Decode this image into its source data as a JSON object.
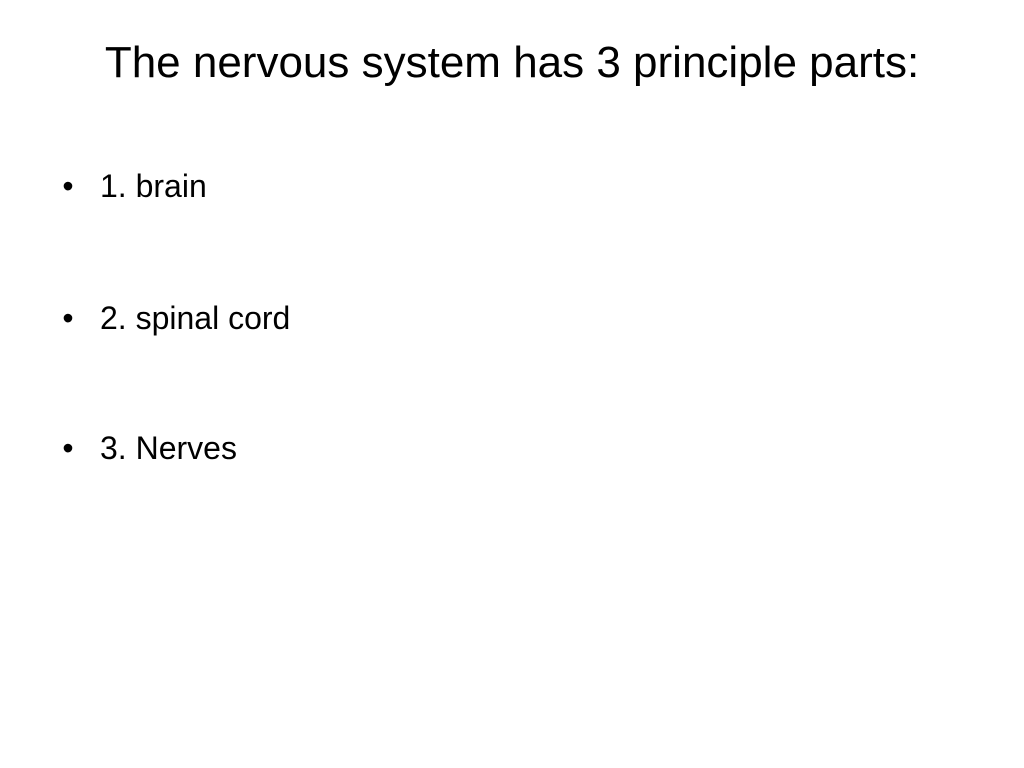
{
  "slide": {
    "title": "The nervous system has 3 principle parts:",
    "bullet_glyph": "•",
    "bullets": [
      {
        "text": "1. brain"
      },
      {
        "text": "2. spinal cord"
      },
      {
        "text": "3. Nerves"
      }
    ]
  }
}
